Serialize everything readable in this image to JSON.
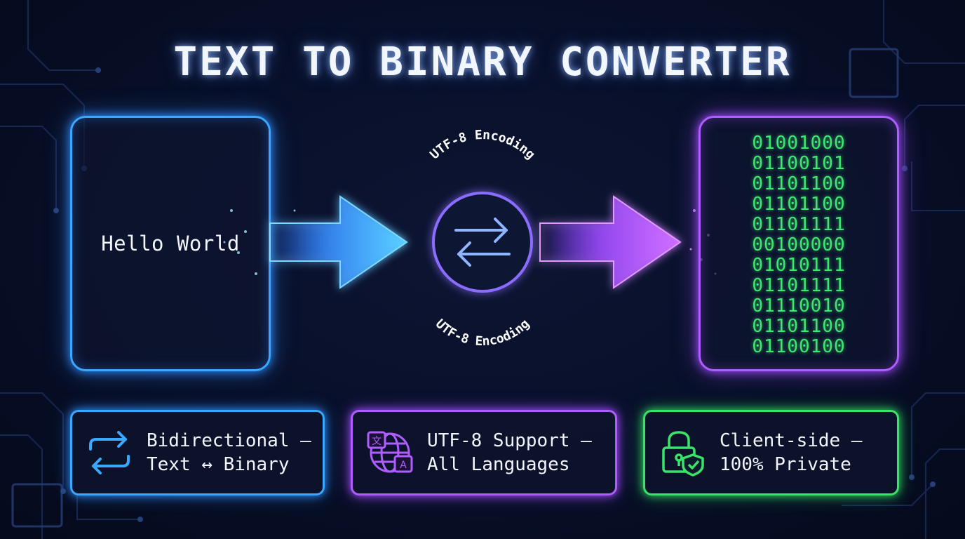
{
  "title": "TEXT TO BINARY CONVERTER",
  "input_panel": {
    "text": "Hello World"
  },
  "output_panel": {
    "binary_lines": [
      "01001000",
      "01100101",
      "01101100",
      "01101100",
      "01101111",
      "00100000",
      "01010111",
      "01101111",
      "01110010",
      "01101100",
      "01100100"
    ]
  },
  "converter": {
    "top_label": "UTF-8 Encoding",
    "bottom_label": "UTF-8 Encoding"
  },
  "features": [
    {
      "line1": "Bidirectional —",
      "line2": "Text ↔ Binary",
      "icon": "swap-arrows-icon",
      "color": "#3aa8ff"
    },
    {
      "line1": "UTF-8 Support —",
      "line2": "All Languages",
      "icon": "globe-translate-icon",
      "color": "#b05dff"
    },
    {
      "line1": "Client-side —",
      "line2": "100% Private",
      "icon": "lock-shield-icon",
      "color": "#39e46a"
    }
  ],
  "colors": {
    "blue": "#3aa8ff",
    "purple": "#b05dff",
    "green": "#3ee870",
    "background": "#08102a"
  }
}
